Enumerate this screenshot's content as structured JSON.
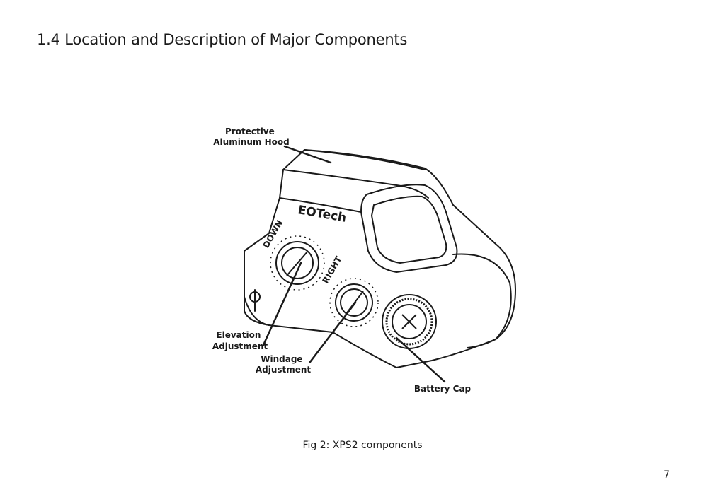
{
  "heading": {
    "number": "1.4",
    "title": "Location and Description of Major Components"
  },
  "figure": {
    "callouts": {
      "hood": [
        "Protective",
        "Aluminum Hood"
      ],
      "elevation": [
        "Elevation",
        "Adjustment"
      ],
      "windage": [
        "Windage",
        "Adjustment"
      ],
      "battery": [
        "Battery Cap"
      ]
    },
    "brand": "EOTech",
    "dial_marks": {
      "down": "DOWN",
      "right": "RIGHT"
    }
  },
  "caption": "Fig 2: XPS2 components",
  "page_number": "7"
}
